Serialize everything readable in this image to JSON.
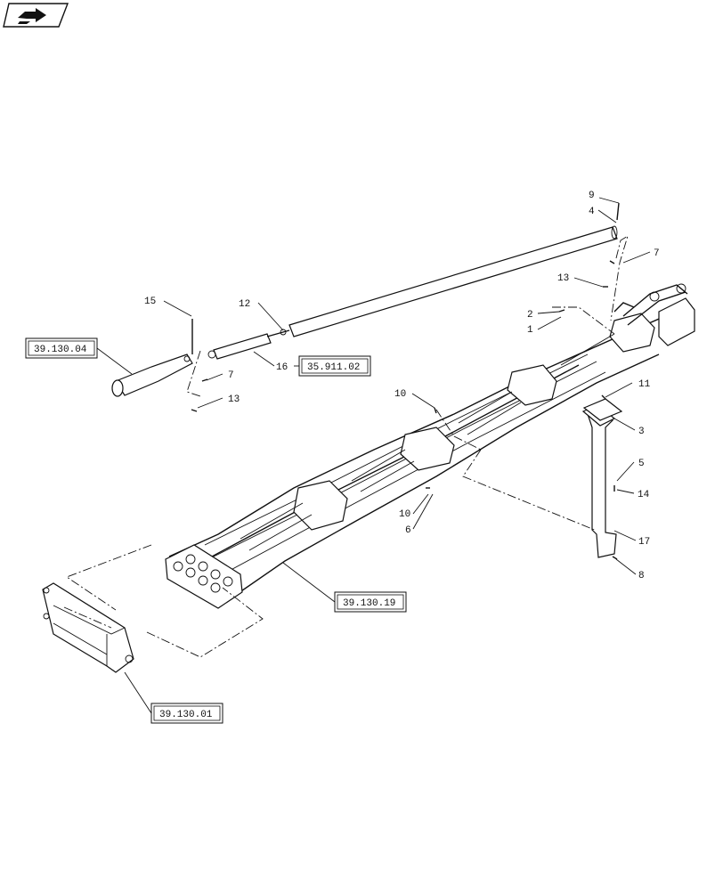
{
  "nav_icon": "book-page-arrow-icon",
  "callouts": {
    "c9": "9",
    "c4": "4",
    "c7a": "7",
    "c13a": "13",
    "c2": "2",
    "c1": "1",
    "c15": "15",
    "c12": "12",
    "c16": "16",
    "c7b": "7",
    "c13b": "13",
    "c10a": "10",
    "c11": "11",
    "c3": "3",
    "c5": "5",
    "c14": "14",
    "c10b": "10",
    "c6": "6",
    "c17": "17",
    "c8": "8"
  },
  "refs": {
    "r_39_130_04": "39.130.04",
    "r_35_911_02": "35.911.02",
    "r_39_130_19": "39.130.19",
    "r_39_130_01": "39.130.01"
  }
}
